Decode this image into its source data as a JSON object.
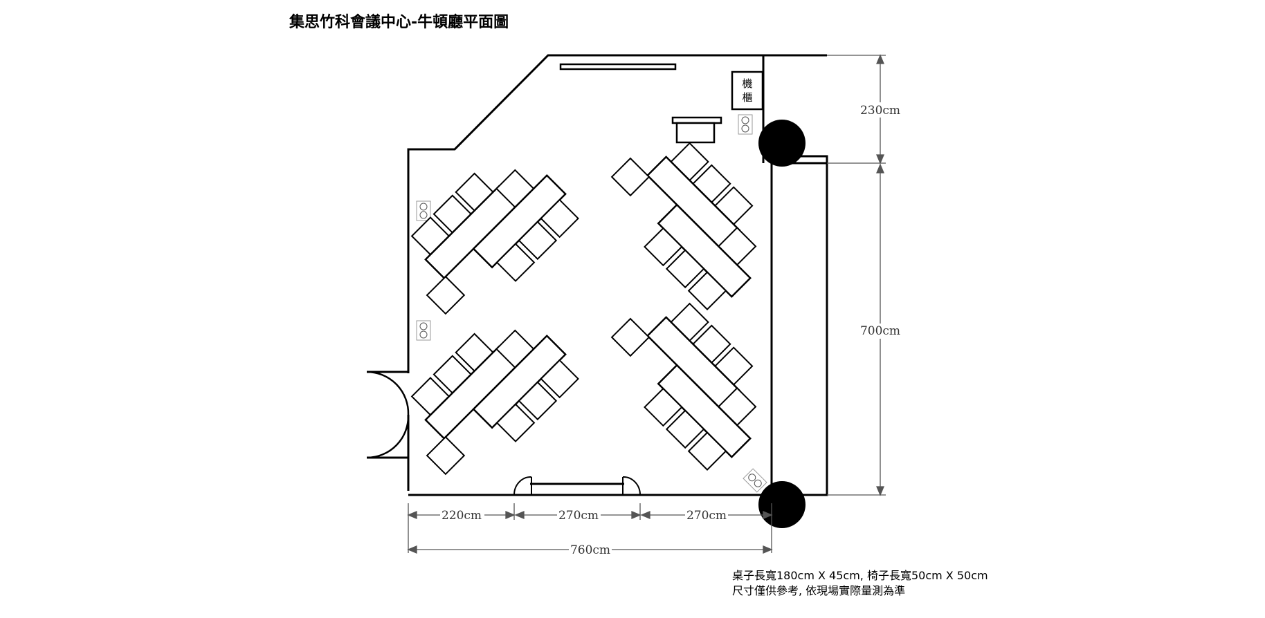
{
  "title": "集思竹科會議中心-牛頓廳平面圖",
  "cabinet_label": [
    "機",
    "櫃"
  ],
  "dimensions": {
    "right_top": "230cm",
    "right_main": "700cm",
    "bottom_left": "220cm",
    "bottom_mid": "270cm",
    "bottom_right": "270cm",
    "bottom_total": "760cm"
  },
  "notes": {
    "line1": "桌子長寬180cm X 45cm, 椅子長寬50cm X 50cm",
    "line2": "尺寸僅供參考, 依現場實際量測為準"
  }
}
